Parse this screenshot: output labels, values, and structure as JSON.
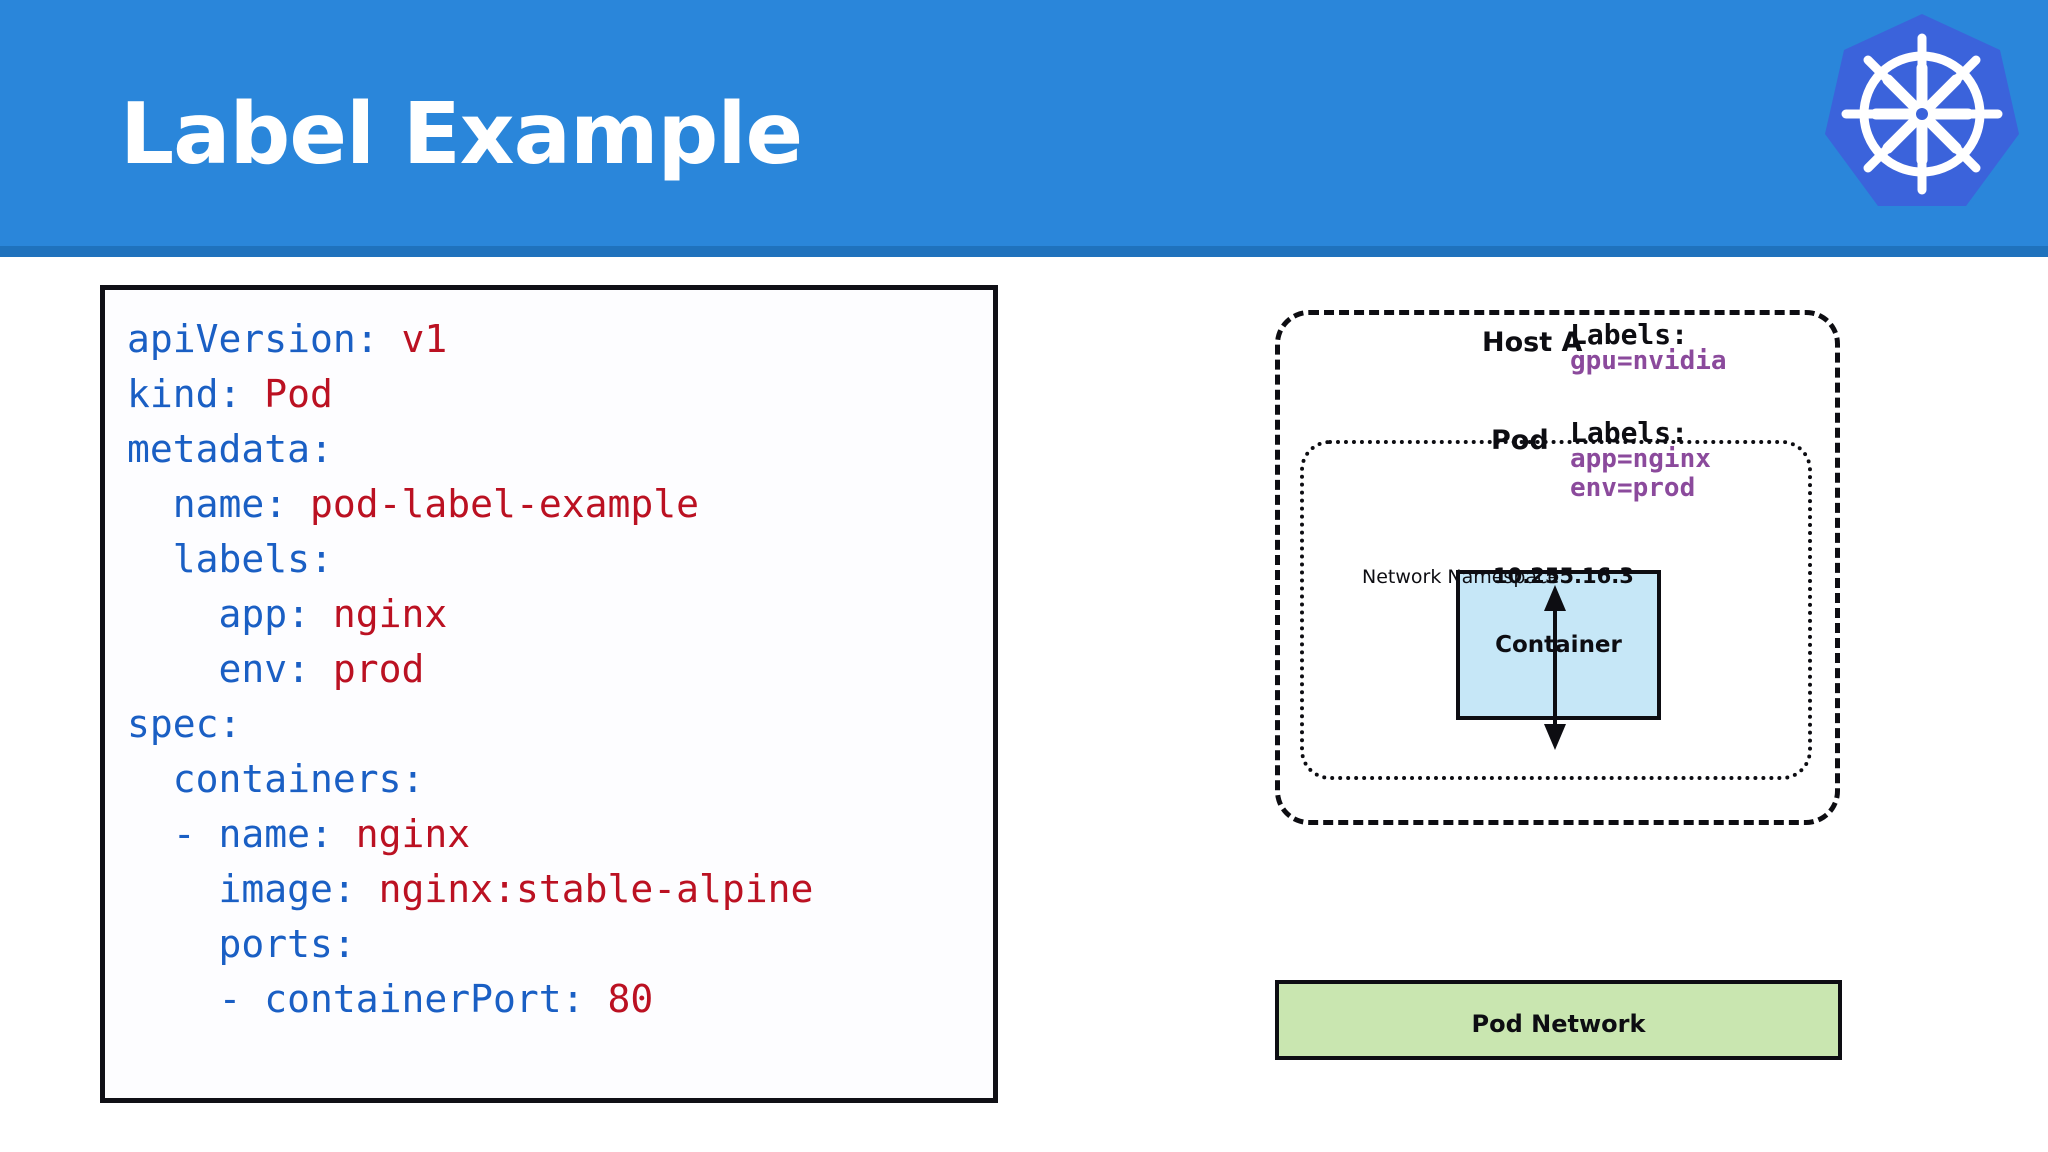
{
  "header": {
    "title": "Label Example",
    "background_color": "#2a86da",
    "accent_color": "#1f72bd",
    "logo_icon": "kubernetes-logo-icon"
  },
  "code_block": {
    "language": "yaml",
    "key_color": "#1a5fc4",
    "value_color": "#bb1122",
    "lines": [
      {
        "indent": 0,
        "key": "apiVersion:",
        "value": " v1"
      },
      {
        "indent": 0,
        "key": "kind:",
        "value": " Pod"
      },
      {
        "indent": 0,
        "key": "metadata:",
        "value": ""
      },
      {
        "indent": 2,
        "key": "name:",
        "value": " pod-label-example"
      },
      {
        "indent": 2,
        "key": "labels:",
        "value": ""
      },
      {
        "indent": 4,
        "key": "app:",
        "value": " nginx"
      },
      {
        "indent": 4,
        "key": "env:",
        "value": " prod"
      },
      {
        "indent": 0,
        "key": "spec:",
        "value": ""
      },
      {
        "indent": 2,
        "key": "containers:",
        "value": ""
      },
      {
        "indent": 2,
        "key": "- name:",
        "value": " nginx"
      },
      {
        "indent": 4,
        "key": "image:",
        "value": " nginx:stable-alpine"
      },
      {
        "indent": 4,
        "key": "ports:",
        "value": ""
      },
      {
        "indent": 4,
        "key": "- containerPort:",
        "value": " 80"
      }
    ]
  },
  "diagram": {
    "host": {
      "name": "Host A",
      "labels_title": "Labels:",
      "labels": "gpu=nvidia",
      "label_color": "#8b4a9c"
    },
    "pod": {
      "name": "Pod",
      "labels_title": "Labels:",
      "labels": "app=nginx\nenv=prod",
      "label_color": "#8b4a9c"
    },
    "container": {
      "name": "Container",
      "fill_color": "#c6e7f7"
    },
    "network_namespace": {
      "name": "Network Namespace",
      "ip": "10.255.16.3"
    },
    "pod_network": {
      "name": "Pod Network",
      "fill_color": "#c9e6b0"
    },
    "connector": "double-arrow-icon"
  }
}
